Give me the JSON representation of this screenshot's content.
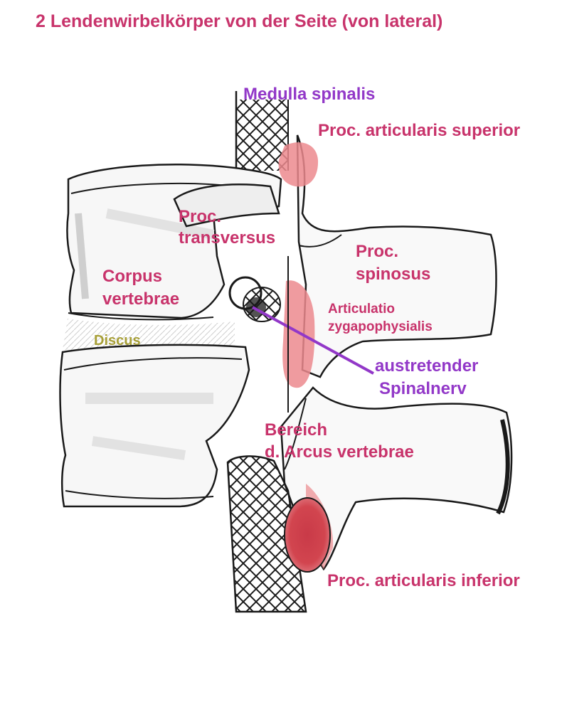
{
  "title": "2 Lendenwirbelkörper von der Seite (von lateral)",
  "colors": {
    "label_magenta": "#c8336b",
    "label_purple": "#9238c8",
    "label_olive": "#a8a037",
    "articular_pink": "#ec8a8e",
    "inferior_red": "#d2454f",
    "outline": "#1a1a1a"
  },
  "labels": {
    "medulla": "Medulla spinalis",
    "articularis_superior": "Proc. articularis superior",
    "transversus_1": "Proc.",
    "transversus_2": "transversus",
    "spinosus_1": "Proc.",
    "spinosus_2": "spinosus",
    "corpus_1": "Corpus",
    "corpus_2": "vertebrae",
    "articulatio_1": "Articulatio",
    "articulatio_2": "zygapophysialis",
    "discus": "Discus",
    "spinalnerv_1": "austretender",
    "spinalnerv_2": "Spinalnerv",
    "arcus_1": "Bereich",
    "arcus_2": "d. Arcus vertebrae",
    "articularis_inferior": "Proc. articularis inferior"
  }
}
